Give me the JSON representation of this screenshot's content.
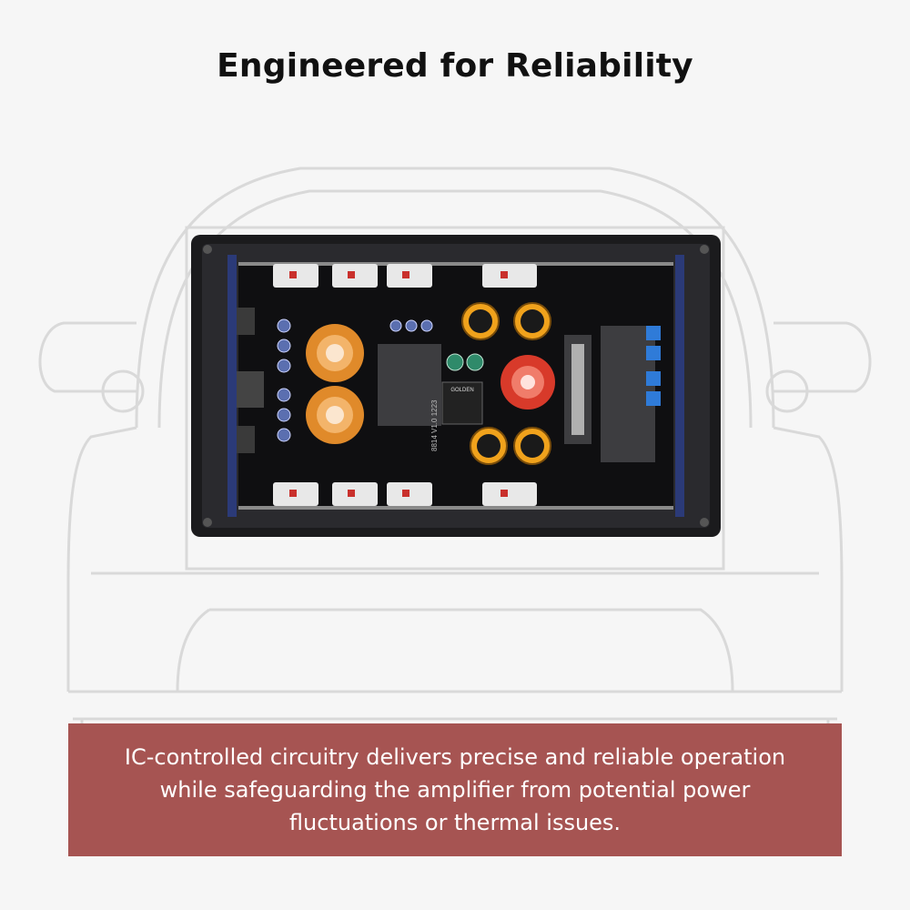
{
  "header": {
    "title": "Engineered for Reliability"
  },
  "caption": {
    "text": "IC-controlled circuitry delivers precise and reliable operation while safeguarding the amplifier from potential power fluctuations or thermal issues."
  },
  "board": {
    "relay_label": "GOLDEN",
    "pcb_marking": "8814 V1.0 1223"
  },
  "icons": {
    "background": "car-rear-outline-icon",
    "product": "amplifier-circuit-board-icon"
  },
  "colors": {
    "caption_background": "#a65452",
    "outline": "#d9d9d9",
    "toroid_gold": "#e08a2a",
    "toroid_red": "#d83a2a",
    "capacitor_orange": "#f0a21c"
  }
}
